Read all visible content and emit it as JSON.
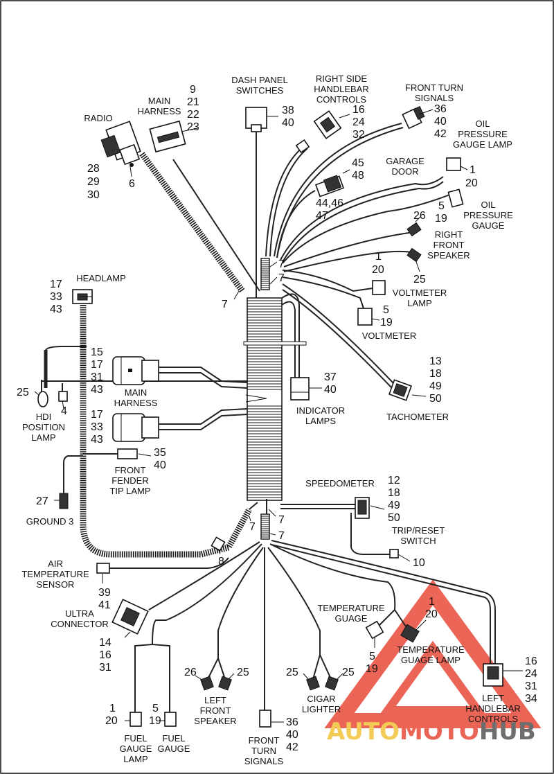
{
  "labels": {
    "radio": "RADIO",
    "main_harness_top_1": "MAIN",
    "main_harness_top_2": "HARNESS",
    "dash_1": "DASH PANEL",
    "dash_2": "SWITCHES",
    "rshc_1": "RIGHT SIDE",
    "rshc_2": "HANDLEBAR",
    "rshc_3": "CONTROLS",
    "fts_1": "FRONT TURN",
    "fts_2": "SIGNALS",
    "opgl_1": "OIL",
    "opgl_2": "PRESSURE",
    "opgl_3": "GAUGE LAMP",
    "garage_1": "GARAGE",
    "garage_2": "DOOR",
    "opg_1": "OIL",
    "opg_2": "PRESSURE",
    "opg_3": "GAUGE",
    "rfs_1": "RIGHT",
    "rfs_2": "FRONT",
    "rfs_3": "SPEAKER",
    "vl_1": "VOLTMETER",
    "vl_2": "LAMP",
    "voltmeter": "VOLTMETER",
    "headlamp": "HEADLAMP",
    "hdi_1": "HDI",
    "hdi_2": "POSITION",
    "hdi_3": "LAMP",
    "mh_1": "MAIN",
    "mh_2": "HARNESS",
    "indicator_1": "INDICATOR",
    "indicator_2": "LAMPS",
    "tachometer": "TACHOMETER",
    "ff_1": "FRONT",
    "ff_2": "FENDER",
    "ff_3": "TIP LAMP",
    "ground": "GROUND 3",
    "speedometer": "SPEEDOMETER",
    "trip_1": "TRIP/RESET",
    "trip_2": "SWITCH",
    "air_1": "AIR",
    "air_2": "TEMPERATURE",
    "air_3": "SENSOR",
    "ultra_1": "ULTRA",
    "ultra_2": "CONNECTOR",
    "tg_1": "TEMPERATURE",
    "tg_2": "GUAGE",
    "tgl_1": "TEMPERATURE",
    "tgl_2": "GUAGE LAMP",
    "lhc_1": "LEFT",
    "lhc_2": "HANDLEBAR",
    "lhc_3": "CONTROLS",
    "lfs_1": "LEFT",
    "lfs_2": "FRONT",
    "lfs_3": "SPEAKER",
    "cig_1": "CIGAR",
    "cig_2": "LIGHTER",
    "fts2_1": "FRONT",
    "fts2_2": "TURN",
    "fts2_3": "SIGNALS",
    "fgl_1": "FUEL",
    "fgl_2": "GAUGE",
    "fgl_3": "LAMP",
    "fg_1": "FUEL",
    "fg_2": "GAUGE"
  },
  "numbers": {
    "radio": [
      "28",
      "29",
      "30"
    ],
    "radio_screw": "6",
    "main_harness_top": [
      "9",
      "21",
      "22",
      "23"
    ],
    "dash": [
      "38",
      "40"
    ],
    "rshc": [
      "16",
      "24",
      "32"
    ],
    "fts": [
      "36",
      "40",
      "42"
    ],
    "unnamed_conn": [
      "45",
      "48"
    ],
    "unnamed_conn2": [
      "44,46",
      "47"
    ],
    "garage": [
      "1",
      "20"
    ],
    "opg": [
      "5",
      "19"
    ],
    "rfs_a": "26",
    "rfs_b": "25",
    "clip_a": "7",
    "clip_b": "7",
    "clip_c": "7",
    "vl": [
      "1",
      "20"
    ],
    "voltmeter": [
      "5",
      "19"
    ],
    "headlamp": [
      "17",
      "33",
      "43"
    ],
    "mh_a": [
      "15",
      "17",
      "31",
      "43"
    ],
    "mh_b": [
      "17",
      "33",
      "43"
    ],
    "hdi_a": "25",
    "hdi_b": "4",
    "indicator": [
      "37",
      "40"
    ],
    "tach": [
      "13",
      "18",
      "49",
      "50"
    ],
    "ff": [
      "35",
      "40"
    ],
    "ground": "27",
    "speedo": [
      "12",
      "18",
      "49",
      "50"
    ],
    "clip_d": "7",
    "clip_e": "7",
    "clip_f": "7",
    "clamp": "8",
    "trip": "10",
    "air": [
      "39",
      "41"
    ],
    "ultra": [
      "14",
      "16",
      "31"
    ],
    "tgl": [
      "1",
      "20"
    ],
    "tg": [
      "5",
      "19"
    ],
    "lhc": [
      "16",
      "24",
      "31",
      "34"
    ],
    "lfs_a": "26",
    "lfs_b": "25",
    "cig_a": "25",
    "cig_b": "25",
    "fts2": [
      "36",
      "40",
      "42"
    ],
    "fgl": [
      "1",
      "20"
    ],
    "fg": [
      "5",
      "19"
    ]
  },
  "watermark": {
    "part1": "AUTO",
    "part2": "MOTO",
    "part3": "HUB",
    "color_auto": "#f2c23a",
    "color_moto": "#e84b3a",
    "color_hub": "#555555",
    "triangle_color": "#e84b3a"
  }
}
